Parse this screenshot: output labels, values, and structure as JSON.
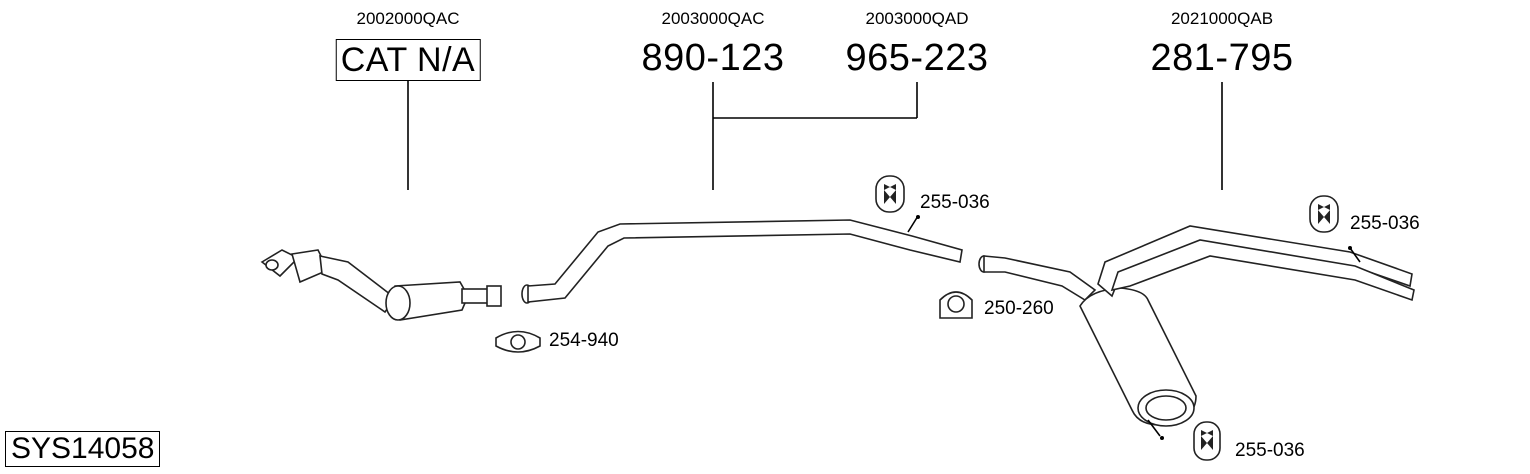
{
  "diagram": {
    "system_code": "SYS14058",
    "groups": [
      {
        "oem": "2002000QAC",
        "part": "CAT N/A"
      },
      {
        "oem": "2003000QAC",
        "part": "890-123"
      },
      {
        "oem": "2003000QAD",
        "part": "965-223"
      },
      {
        "oem": "2021000QAB",
        "part": "281-795"
      }
    ],
    "fittings": {
      "hanger_1": "255-036",
      "hanger_2": "255-036",
      "hanger_3": "255-036",
      "clamp_1": "254-940",
      "clamp_2": "250-260"
    }
  }
}
